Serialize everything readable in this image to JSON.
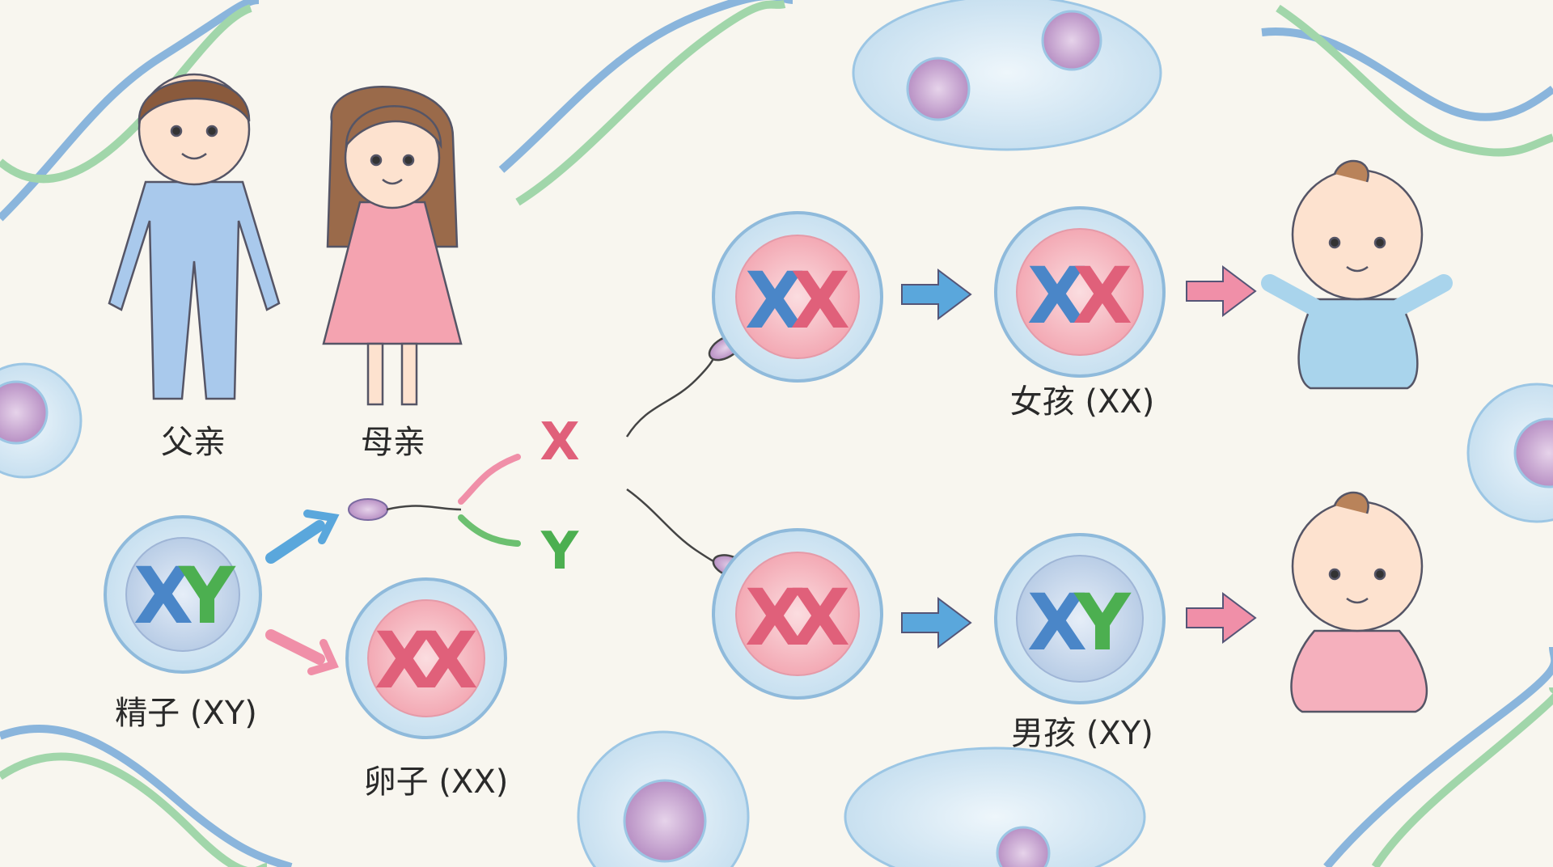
{
  "labels": {
    "father": "父亲",
    "mother": "母亲",
    "sperm": "精子 (XY)",
    "egg": "卵子 (XX)",
    "girl": "女孩 (XX)",
    "boy": "男孩 (XY)"
  },
  "gametes": {
    "x": "X",
    "y": "Y"
  },
  "cells": {
    "sperm_cell": [
      "X",
      "Y"
    ],
    "egg_cell": [
      "X",
      "X"
    ],
    "zygote_top": [
      "X",
      "X"
    ],
    "girl_cell": [
      "X",
      "X"
    ],
    "zygote_bottom": [
      "X",
      "X"
    ],
    "boy_cell": [
      "X",
      "Y"
    ]
  },
  "colors": {
    "x_color": "#e0607a",
    "x_blue": "#4a86c8",
    "y_color": "#4caf50",
    "pink": "#f08fa8",
    "blue": "#5aa7dc",
    "green": "#6cc070",
    "background": "#f8f6ef"
  }
}
